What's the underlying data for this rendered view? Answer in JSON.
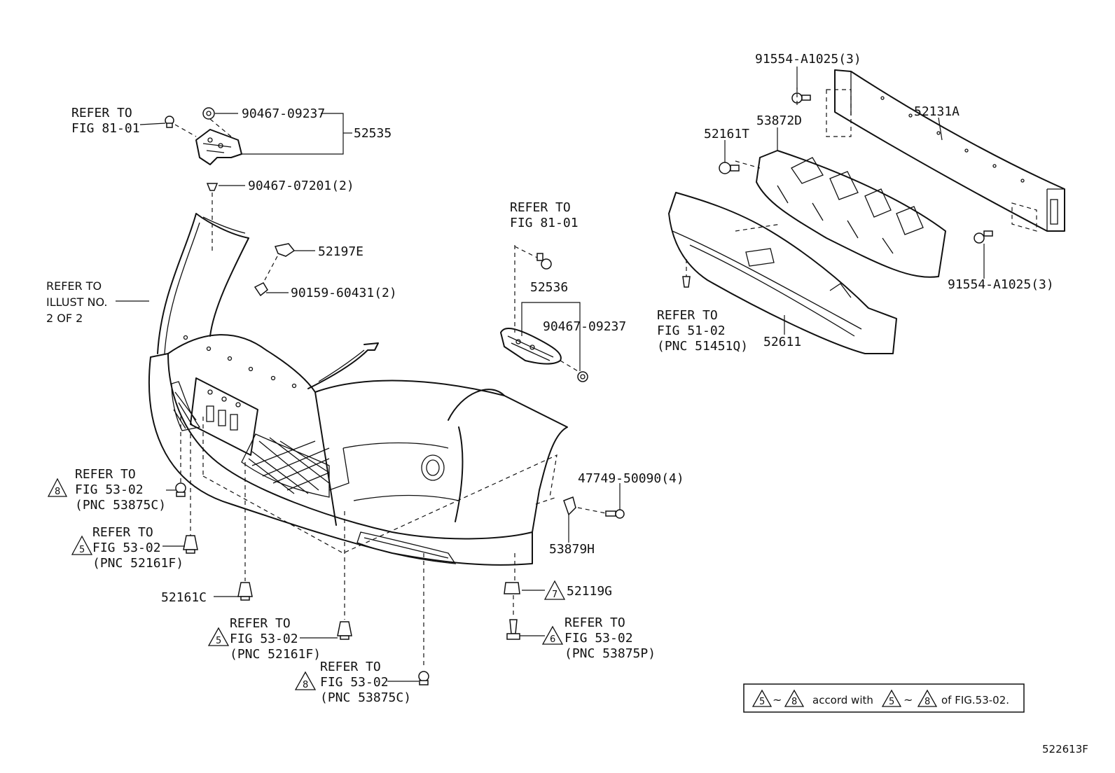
{
  "diagram_id": "522613F",
  "labels": {
    "refer_fig_8101_a": [
      "REFER TO",
      "FIG 81-01"
    ],
    "p_90467_09237_top": "90467-09237",
    "p_52535": "52535",
    "p_90467_07201": "90467-07201(2)",
    "p_52197e": "52197E",
    "p_90159_60431": "90159-60431(2)",
    "refer_illust": [
      "REFER TO",
      "ILLUST NO.",
      "2 OF 2"
    ],
    "refer_fig_8101_b": [
      "REFER TO",
      "FIG 81-01"
    ],
    "p_52536": "52536",
    "p_90467_09237_mid": "90467-09237",
    "p_91554_top": "91554-A1025(3)",
    "p_52131a": "52131A",
    "p_53872d": "53872D",
    "p_52161t": "52161T",
    "p_91554_right": "91554-A1025(3)",
    "refer_fig_5102": [
      "REFER TO",
      "FIG 51-02",
      "(PNC 51451Q)"
    ],
    "p_52611": "52611",
    "p_47749": "47749-50090(4)",
    "p_53879h": "53879H",
    "p_52119g": "52119G",
    "p_52161c": "52161C",
    "refer_8_left": [
      "REFER TO",
      "FIG 53-02",
      "(PNC 53875C)"
    ],
    "refer_5_left": [
      "REFER TO",
      "FIG 53-02",
      "(PNC 52161F)"
    ],
    "refer_5_mid": [
      "REFER TO",
      "FIG 53-02",
      "(PNC 52161F)"
    ],
    "refer_8_mid": [
      "REFER TO",
      "FIG 53-02",
      "(PNC 53875C)"
    ],
    "refer_6_right": [
      "REFER TO",
      "FIG 53-02",
      "(PNC 53875P)"
    ]
  },
  "triangle_marks": {
    "t8_left": "8",
    "t5_left": "5",
    "t5_mid": "5",
    "t8_mid": "8",
    "t7": "7",
    "t6": "6"
  },
  "note": {
    "tri_a": "5",
    "tilde_a": "~",
    "tri_b": "8",
    "text": "accord with",
    "tri_c": "5",
    "tilde_b": "~",
    "tri_d": "8",
    "tail": "of FIG.53-02."
  }
}
